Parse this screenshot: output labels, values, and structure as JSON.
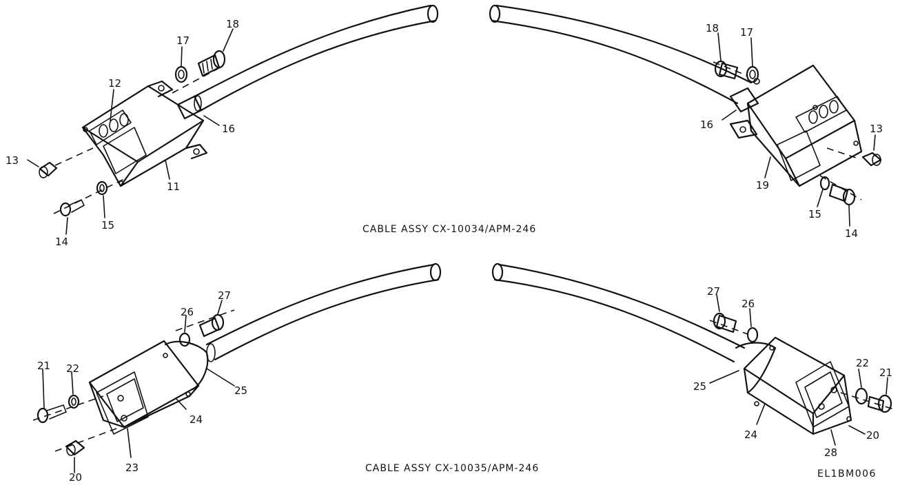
{
  "caption_top": "CABLE ASSY CX-10034/APM-246",
  "caption_bottom": "CABLE ASSY CX-10035/APM-246",
  "figure_id": "EL1BM006",
  "callouts": {
    "top_left": {
      "c11": "11",
      "c12": "12",
      "c13": "13",
      "c14": "14",
      "c15": "15",
      "c16": "16",
      "c17": "17",
      "c18": "18"
    },
    "top_right": {
      "c13": "13",
      "c14": "14",
      "c15": "15",
      "c16": "16",
      "c17": "17",
      "c18": "18",
      "c19": "19"
    },
    "bottom_left": {
      "c20": "20",
      "c21": "21",
      "c22": "22",
      "c23": "23",
      "c24": "24",
      "c25": "25",
      "c26": "26",
      "c27": "27"
    },
    "bottom_right": {
      "c20": "20",
      "c21": "21",
      "c22": "22",
      "c24": "24",
      "c25": "25",
      "c26": "26",
      "c27": "27",
      "c28": "28"
    }
  }
}
